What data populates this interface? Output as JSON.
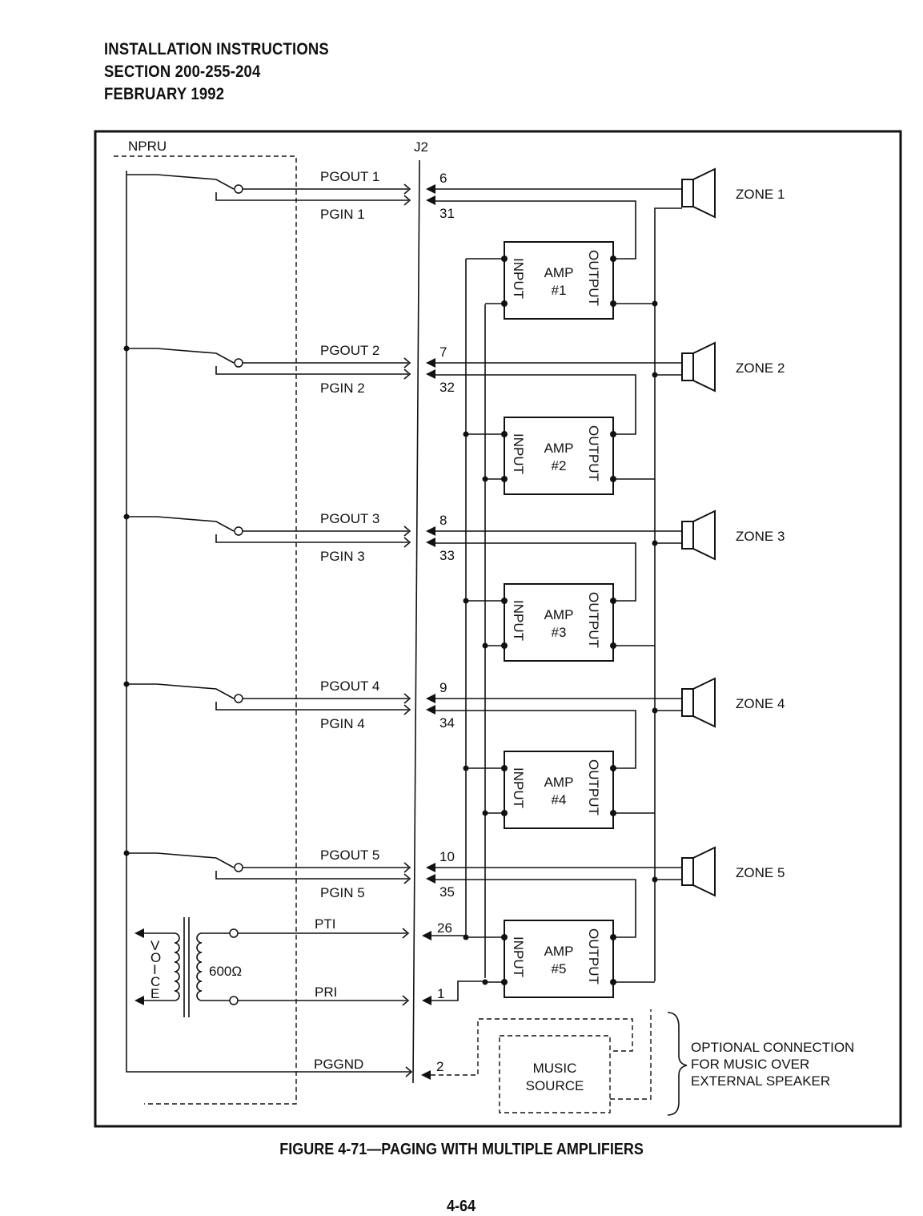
{
  "header": {
    "line1": "INSTALLATION INSTRUCTIONS",
    "line2": "SECTION 200-255-204",
    "line3": "FEBRUARY 1992"
  },
  "diagram": {
    "npru_label": "NPRU",
    "j2_label": "J2",
    "amp_label": "AMP",
    "input_label": "INPUT",
    "output_label": "OUTPUT",
    "zones": [
      {
        "pgout": "PGOUT 1",
        "pgin": "PGIN 1",
        "pin_out": "6",
        "pin_in": "31",
        "zone": "ZONE 1",
        "amp": "#1"
      },
      {
        "pgout": "PGOUT 2",
        "pgin": "PGIN 2",
        "pin_out": "7",
        "pin_in": "32",
        "zone": "ZONE 2",
        "amp": "#2"
      },
      {
        "pgout": "PGOUT 3",
        "pgin": "PGIN 3",
        "pin_out": "8",
        "pin_in": "33",
        "zone": "ZONE 3",
        "amp": "#3"
      },
      {
        "pgout": "PGOUT 4",
        "pgin": "PGIN 4",
        "pin_out": "9",
        "pin_in": "34",
        "zone": "ZONE 4",
        "amp": "#4"
      },
      {
        "pgout": "PGOUT 5",
        "pgin": "PGIN 5",
        "pin_out": "10",
        "pin_in": "35",
        "zone": "ZONE 5",
        "amp": "#5"
      }
    ],
    "pti": "PTI",
    "pri": "PRI",
    "pti_pin": "26",
    "pri_pin": "1",
    "pggnd": "PGGND",
    "pggnd_pin": "2",
    "voice_letters": [
      "V",
      "O",
      "I",
      "C",
      "E"
    ],
    "impedance": "600Ω",
    "music_line1": "MUSIC",
    "music_line2": "SOURCE",
    "optional_line1": "OPTIONAL CONNECTION",
    "optional_line2": "FOR MUSIC OVER",
    "optional_line3": "EXTERNAL SPEAKER"
  },
  "caption": "FIGURE 4-71—PAGING WITH MULTIPLE AMPLIFIERS",
  "page_number": "4-64"
}
